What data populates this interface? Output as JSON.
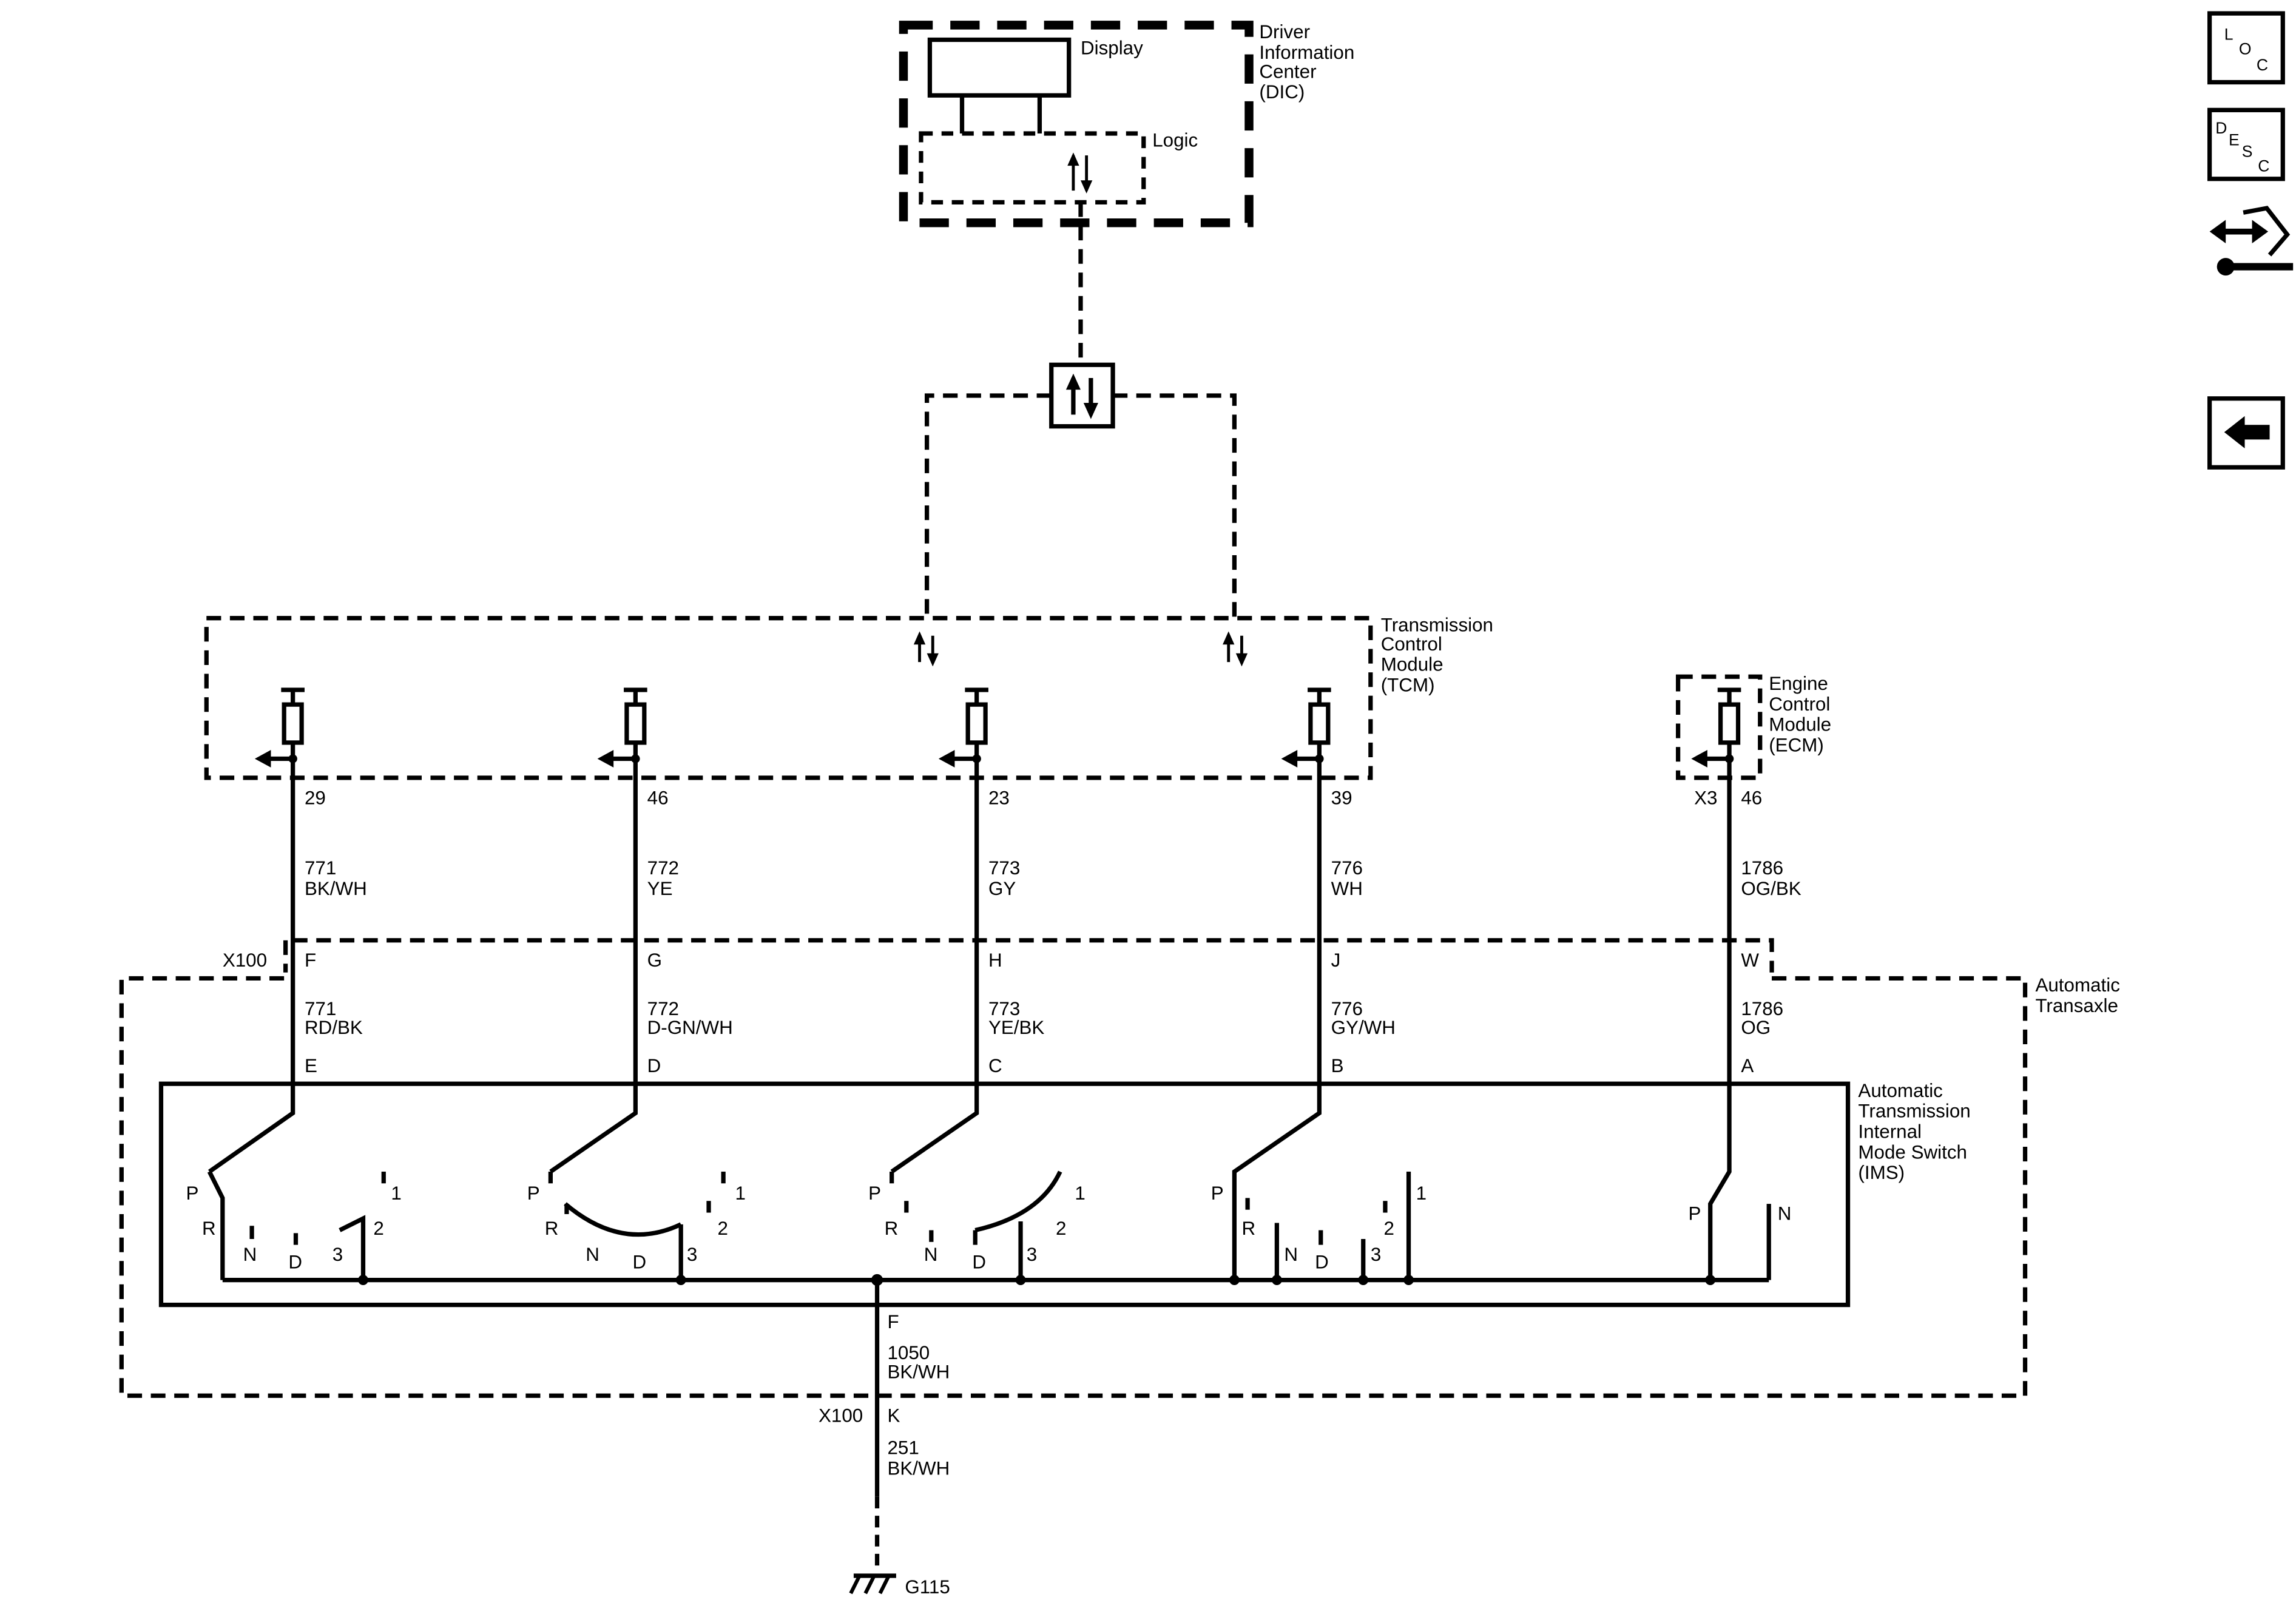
{
  "modules": {
    "dic": {
      "name": [
        "Driver",
        "Information",
        "Center",
        "(DIC)"
      ],
      "display_label": "Display",
      "logic_label": "Logic"
    },
    "tcm": {
      "name": [
        "Transmission",
        "Control",
        "Module",
        "(TCM)"
      ]
    },
    "ecm": {
      "name": [
        "Engine",
        "Control",
        "Module",
        "(ECM)"
      ]
    },
    "transaxle": {
      "name": [
        "Automatic",
        "Transaxle"
      ]
    },
    "ims": {
      "name": [
        "Automatic",
        "Transmission",
        "Internal",
        "Mode Switch",
        "(IMS)"
      ]
    }
  },
  "circuits": [
    {
      "pin": "29",
      "circuit_top": "771",
      "color_top": "BK/WH",
      "x100_pin": "F",
      "circuit_bottom": "771",
      "color_bottom": "RD/BK",
      "ims_pin": "E"
    },
    {
      "pin": "46",
      "circuit_top": "772",
      "color_top": "YE",
      "x100_pin": "G",
      "circuit_bottom": "772",
      "color_bottom": "D-GN/WH",
      "ims_pin": "D"
    },
    {
      "pin": "23",
      "circuit_top": "773",
      "color_top": "GY",
      "x100_pin": "H",
      "circuit_bottom": "773",
      "color_bottom": "YE/BK",
      "ims_pin": "C"
    },
    {
      "pin": "39",
      "circuit_top": "776",
      "color_top": "WH",
      "x100_pin": "J",
      "circuit_bottom": "776",
      "color_bottom": "GY/WH",
      "ims_pin": "B"
    },
    {
      "pin": "46",
      "connector": "X3",
      "circuit_top": "1786",
      "color_top": "OG/BK",
      "x100_pin": "W",
      "circuit_bottom": "1786",
      "color_bottom": "OG",
      "ims_pin": "A"
    }
  ],
  "connector_x100": "X100",
  "positions": [
    "P",
    "R",
    "N",
    "D",
    "3",
    "2",
    "1"
  ],
  "ground": {
    "ims_pin": "F",
    "circuit_1": "1050",
    "color_1": "BK/WH",
    "connector": "X100",
    "x100_pin": "K",
    "circuit_2": "251",
    "color_2": "BK/WH",
    "ground_id": "G115"
  },
  "nav": {
    "loc": [
      "L",
      "O",
      "C"
    ],
    "desc": [
      "D",
      "E",
      "S",
      "C"
    ]
  }
}
